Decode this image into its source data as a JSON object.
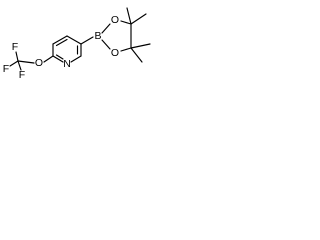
{
  "molecule": {
    "atoms": {
      "F_top": "F",
      "F_left": "F",
      "F_bottom": "F",
      "O_ether": "O",
      "N_ring": "N",
      "B": "B",
      "O_upper": "O",
      "O_lower": "O"
    },
    "colors": {
      "bond": "#000000",
      "label": "#000000",
      "background": "#ffffff"
    }
  }
}
